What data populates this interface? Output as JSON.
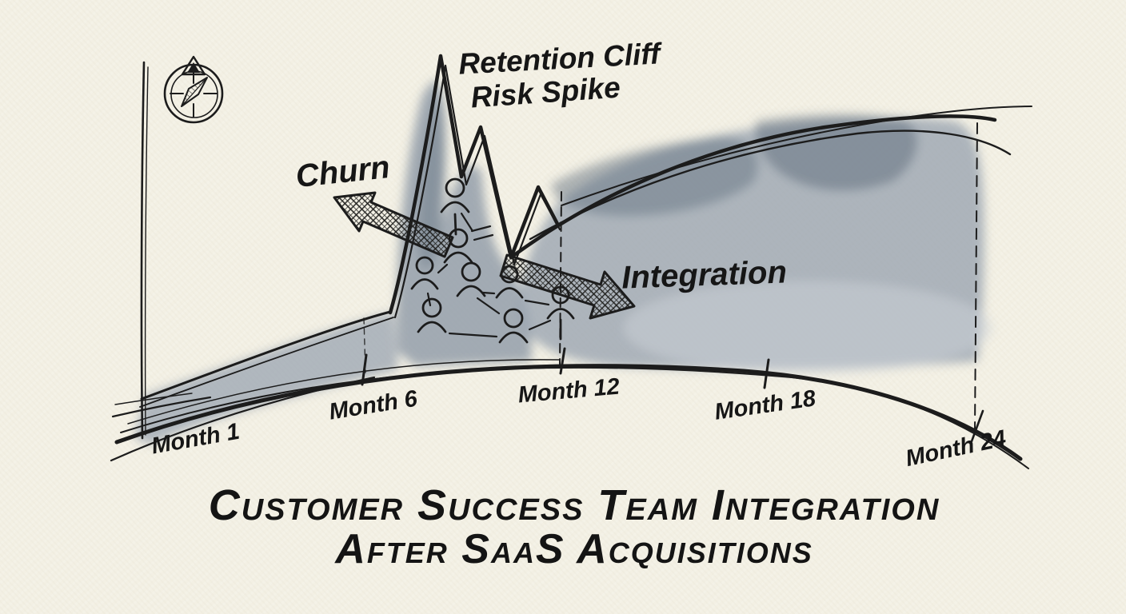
{
  "page": {
    "background_color": "#f3f0e4",
    "ink_color": "#1c1c1c",
    "wash_color": "#96a1ae",
    "wash_dark_color": "#5e6b7b"
  },
  "title": {
    "line1": "Customer Success Team Integration",
    "line2": "After SaaS Acquisitions"
  },
  "annotations": {
    "retention_cliff": {
      "line1": "Retention Cliff",
      "line2": "Risk Spike"
    },
    "churn": "Churn",
    "integration": "Integration"
  },
  "timeline": {
    "labels": [
      "Month 1",
      "Month 6",
      "Month 12",
      "Month 18",
      "Month 24"
    ]
  },
  "icons": {
    "compass": "compass-icon",
    "churn_arrow": "crosshatched-arrow-up-left",
    "integration_arrow": "crosshatched-arrow-right",
    "team_network": "stick-figure-team-network"
  }
}
